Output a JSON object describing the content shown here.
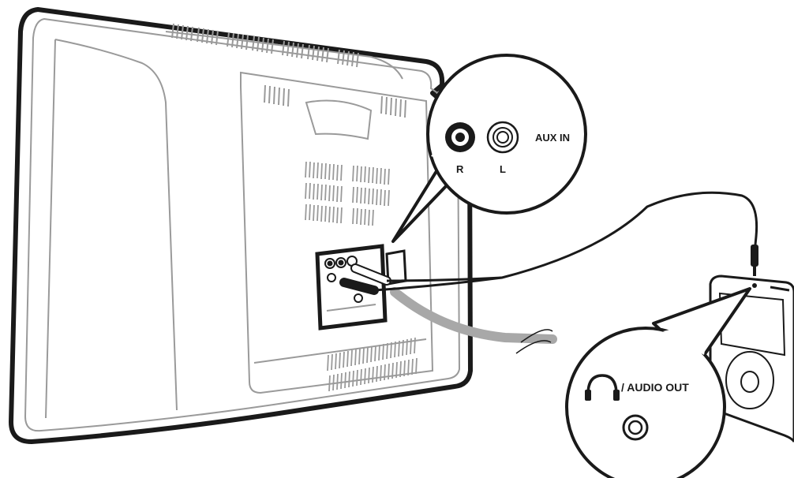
{
  "aux_in_callout": {
    "title": "AUX IN",
    "right_label": "R",
    "left_label": "L"
  },
  "audio_out_callout": {
    "title": "/ AUDIO OUT",
    "icon": "headphones-icon"
  },
  "colors": {
    "line": "#1a1a1a",
    "device_gray": "#9a9a9a",
    "cable_gray": "#a8a8a8"
  }
}
